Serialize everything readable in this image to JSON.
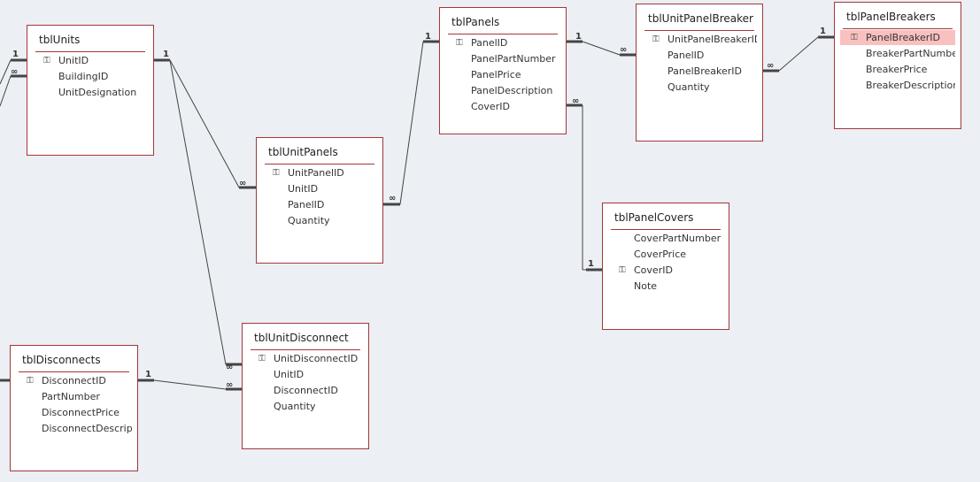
{
  "tables": [
    {
      "name": "tblUnits",
      "fields": [
        {
          "name": "UnitID",
          "key": true
        },
        {
          "name": "BuildingID"
        },
        {
          "name": "UnitDesignation"
        }
      ]
    },
    {
      "name": "tblPanels",
      "fields": [
        {
          "name": "PanelID",
          "key": true
        },
        {
          "name": "PanelPartNumber"
        },
        {
          "name": "PanelPrice"
        },
        {
          "name": "PanelDescription"
        },
        {
          "name": "CoverID"
        }
      ]
    },
    {
      "name": "tblUnitPanelBreaker",
      "fields": [
        {
          "name": "UnitPanelBreakerID",
          "key": true
        },
        {
          "name": "PanelID"
        },
        {
          "name": "PanelBreakerID"
        },
        {
          "name": "Quantity"
        }
      ]
    },
    {
      "name": "tblPanelBreakers",
      "fields": [
        {
          "name": "PanelBreakerID",
          "key": true,
          "selected": true
        },
        {
          "name": "BreakerPartNumber"
        },
        {
          "name": "BreakerPrice"
        },
        {
          "name": "BreakerDescription"
        }
      ]
    },
    {
      "name": "tblUnitPanels",
      "fields": [
        {
          "name": "UnitPanelID",
          "key": true
        },
        {
          "name": "UnitID"
        },
        {
          "name": "PanelID"
        },
        {
          "name": "Quantity"
        }
      ]
    },
    {
      "name": "tblPanelCovers",
      "fields": [
        {
          "name": "CoverPartNumber"
        },
        {
          "name": "CoverPrice"
        },
        {
          "name": "CoverID",
          "key": true
        },
        {
          "name": "Note"
        }
      ]
    },
    {
      "name": "tblDisconnects",
      "fields": [
        {
          "name": "DisconnectID",
          "key": true
        },
        {
          "name": "PartNumber"
        },
        {
          "name": "DisconnectPrice"
        },
        {
          "name": "DisconnectDescription"
        }
      ]
    },
    {
      "name": "tblUnitDisconnect",
      "fields": [
        {
          "name": "UnitDisconnectID",
          "key": true
        },
        {
          "name": "UnitID"
        },
        {
          "name": "DisconnectID"
        },
        {
          "name": "Quantity"
        }
      ]
    }
  ],
  "relationships": [
    {
      "from": "tblUnits.UnitID",
      "to": "tblUnitPanels.UnitID",
      "a": "1",
      "b": "∞"
    },
    {
      "from": "tblUnits.UnitID",
      "to": "tblUnitDisconnect.UnitID",
      "a": "",
      "b": "∞"
    },
    {
      "from": "tblDisconnects.DisconnectID",
      "to": "tblUnitDisconnect.DisconnectID",
      "a": "1",
      "b": "∞"
    },
    {
      "from": "tblUnitPanels.PanelID",
      "to": "tblPanels.PanelID",
      "a": "∞",
      "b": "1"
    },
    {
      "from": "tblPanels.PanelID",
      "to": "tblUnitPanelBreaker.PanelID",
      "a": "1",
      "b": "∞"
    },
    {
      "from": "tblUnitPanelBreaker.PanelBreakerID",
      "to": "tblPanelBreakers.PanelBreakerID",
      "a": "∞",
      "b": "1"
    },
    {
      "from": "tblPanels.CoverID",
      "to": "tblPanelCovers.CoverID",
      "a": "∞",
      "b": "1"
    },
    {
      "from": "offscreen",
      "to": "tblUnits.UnitID",
      "a": "",
      "b": "1"
    },
    {
      "from": "offscreen",
      "to": "tblUnits.BuildingID",
      "a": "",
      "b": "∞"
    },
    {
      "from": "offscreen",
      "to": "tblDisconnects.DisconnectID",
      "a": "",
      "b": ""
    }
  ]
}
